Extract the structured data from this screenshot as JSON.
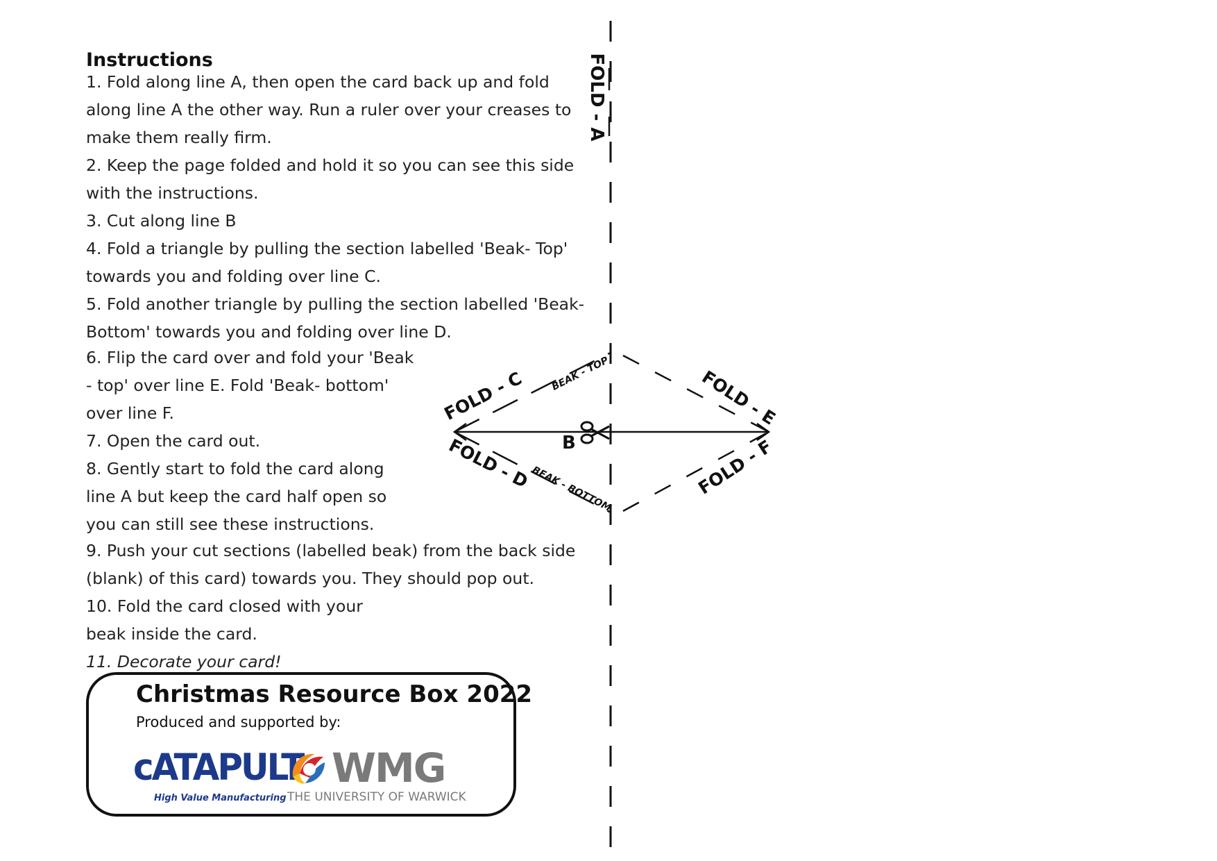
{
  "instructions": {
    "heading": "Instructions",
    "steps": [
      [
        "1. Fold along line A, then open the card back up and fold",
        "along line A the other way. Run a ruler over your creases to",
        "make them really firm."
      ],
      [
        "2. Keep the page folded and hold it so you can see this side",
        "with the instructions."
      ],
      [
        "3. Cut along line B"
      ],
      [
        "4. Fold a triangle by pulling the section labelled 'Beak- Top'",
        "towards you and folding over line C."
      ],
      [
        "5. Fold another triangle by pulling the section labelled 'Beak-",
        "Bottom' towards you and folding over line D."
      ],
      [
        "6. Flip the card over and fold your 'Beak",
        "- top' over line E. Fold 'Beak- bottom'",
        "over line F."
      ],
      [
        "7. Open the card out."
      ],
      [
        "8. Gently start to fold the card along",
        "line A but keep the card half open so",
        "you can still see these instructions."
      ],
      [
        "9. Push your cut sections (labelled beak) from the back side",
        "(blank) of this card) towards you. They should pop out."
      ],
      [
        "10. Fold the card closed with your",
        "beak inside the card."
      ],
      [
        "11. Decorate your card!"
      ]
    ]
  },
  "credit": {
    "title": "Christmas Resource Box 2022",
    "subtitle": "Produced and supported by:",
    "catapult_name": "cATAPULT",
    "catapult_tagline": "High Value Manufacturing",
    "wmg_name": "WMG",
    "wmg_subtitle": "THE UNIVERSITY OF WARWICK"
  },
  "diagram": {
    "fold_a": "FOLD - A",
    "fold_c": "FOLD - C",
    "fold_d": "FOLD - D",
    "fold_e": "FOLD - E",
    "fold_f": "FOLD - F",
    "beak_top": "BEAK - TOP",
    "beak_bottom": "BEAK - BOTTOM",
    "cut_b": "B"
  },
  "colors": {
    "catapult_blue": "#1d3a8a",
    "wmg_grey": "#7a7a7a",
    "swirl_orange": "#f28c1a",
    "swirl_red": "#d9232a",
    "swirl_blue": "#2a6fb5",
    "swirl_yellow": "#f6c21c"
  }
}
